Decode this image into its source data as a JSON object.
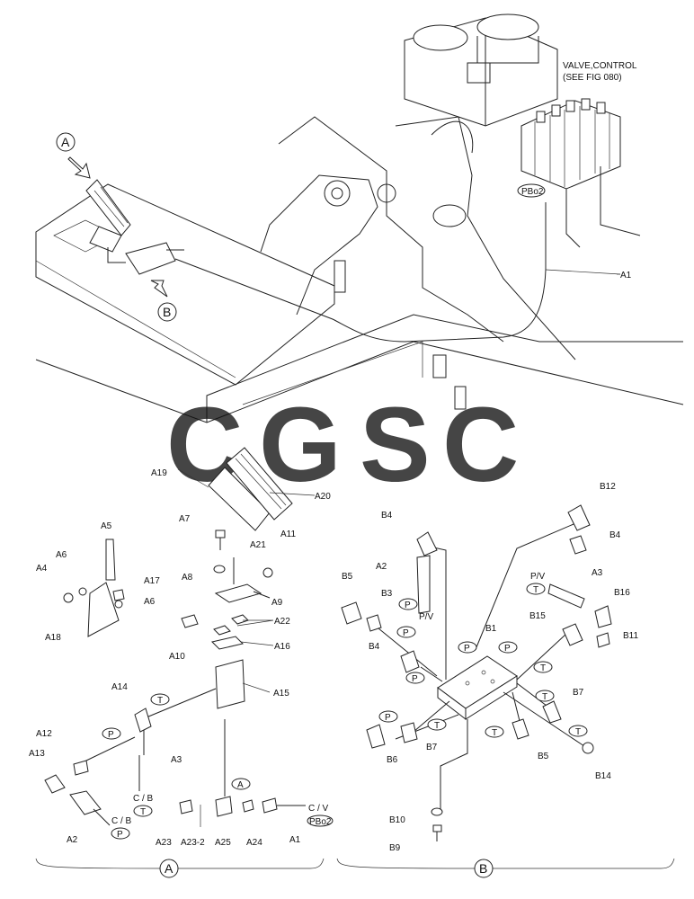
{
  "callouts": {
    "valve_control": [
      "VALVE,CONTROL",
      "(SEE FIG 080)"
    ],
    "pbo2": "PBo2",
    "a1_top": "A1",
    "view_a": "A",
    "view_b": "B"
  },
  "watermark": {
    "letters": [
      "C",
      "G",
      "S",
      "C"
    ],
    "colors": [
      "#5b9cf0",
      "#f07b7b",
      "#f7d46a",
      "#4fb58a"
    ]
  },
  "parts_a": {
    "A1": "A1",
    "A2": "A2",
    "A3": "A3",
    "A4": "A4",
    "A5": "A5",
    "A6": "A6",
    "A7": "A7",
    "A8": "A8",
    "A9": "A9",
    "A10": "A10",
    "A11": "A11",
    "A12": "A12",
    "A13": "A13",
    "A14": "A14",
    "A15": "A15",
    "A16": "A16",
    "A17": "A17",
    "A18": "A18",
    "A19": "A19",
    "A20": "A20",
    "A21": "A21",
    "A22": "A22",
    "A23": "A23",
    "A23_2": "A23-2",
    "A24": "A24",
    "A25": "A25",
    "CB": "C / B",
    "CV": "C / V"
  },
  "parts_b": {
    "B1": "B1",
    "B3": "B3",
    "B4": "B4",
    "B5": "B5",
    "B6": "B6",
    "B7": "B7",
    "B9": "B9",
    "B10": "B10",
    "B11": "B11",
    "B12": "B12",
    "B14": "B14",
    "B15": "B15",
    "B16": "B16",
    "A2": "A2",
    "A3": "A3",
    "PV": "P/V"
  },
  "ports": {
    "P": "P",
    "T": "T",
    "A": "A"
  }
}
